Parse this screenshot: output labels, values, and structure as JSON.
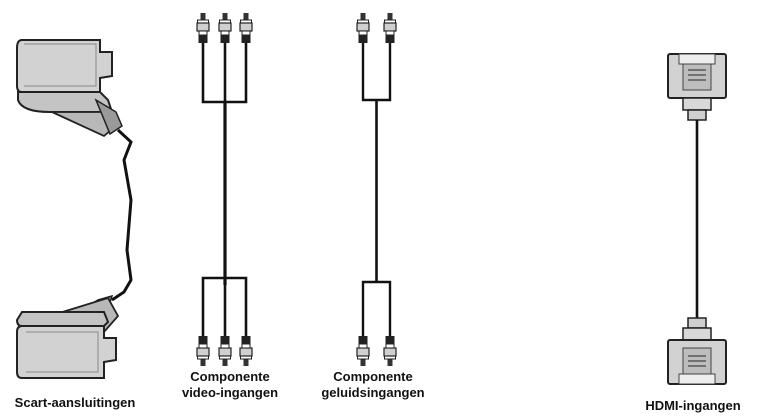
{
  "connectors": {
    "scart": {
      "label": "Scart-aansluitingen"
    },
    "component_video": {
      "label_line1": "Componente",
      "label_line2": "video-ingangen"
    },
    "component_audio": {
      "label_line1": "Componente",
      "label_line2": "geluidsingangen"
    },
    "hdmi": {
      "label": "HDMI-ingangen"
    }
  },
  "colors": {
    "plug_fill": "#d2d2d2",
    "outline": "#222222",
    "cable": "#111111"
  }
}
